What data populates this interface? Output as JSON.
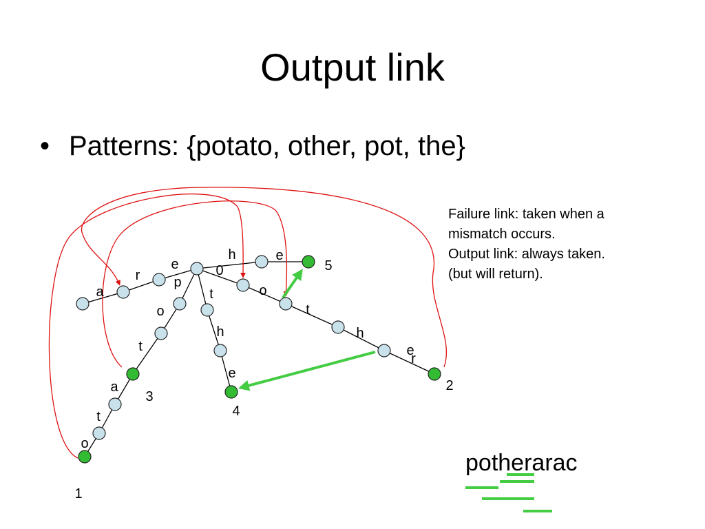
{
  "slide": {
    "title": "Output link",
    "bullet_symbol": "•",
    "bullet": "Patterns: {potato, other, pot, the}"
  },
  "notes": {
    "lines": [
      "Failure link: taken when a",
      "mismatch occurs.",
      "Output link: always taken.",
      "(but will return)."
    ]
  },
  "scan_text": "potherarac",
  "colors": {
    "node_fill": "#c8e1ea",
    "match_node_fill": "#33bb33",
    "failure_link": "#dd1111",
    "output_link": "#44cc44",
    "edge": "#000000"
  },
  "trie": {
    "nodes": [
      {
        "id": "root",
        "label": "0",
        "match": false
      },
      {
        "id": "p",
        "label": "",
        "match": false
      },
      {
        "id": "po",
        "label": "",
        "match": false
      },
      {
        "id": "pot",
        "label": "3",
        "match": true
      },
      {
        "id": "pota",
        "label": "",
        "match": false
      },
      {
        "id": "potat",
        "label": "",
        "match": false
      },
      {
        "id": "potato",
        "label": "1",
        "match": true
      },
      {
        "id": "o",
        "label": "",
        "match": false
      },
      {
        "id": "ot",
        "label": "",
        "match": false
      },
      {
        "id": "oth",
        "label": "",
        "match": false
      },
      {
        "id": "othe",
        "label": "",
        "match": false
      },
      {
        "id": "other",
        "label": "2",
        "match": true
      },
      {
        "id": "t",
        "label": "",
        "match": false
      },
      {
        "id": "th",
        "label": "",
        "match": false
      },
      {
        "id": "the",
        "label": "4",
        "match": true
      },
      {
        "id": "e",
        "label": "",
        "match": false
      },
      {
        "id": "er",
        "label": "",
        "match": false
      },
      {
        "id": "era",
        "label": "",
        "match": false
      },
      {
        "id": "h",
        "label": "",
        "match": false
      },
      {
        "id": "he",
        "label": "5",
        "match": true
      }
    ],
    "edges": [
      {
        "from": "root",
        "to": "p",
        "char": "p"
      },
      {
        "from": "p",
        "to": "po",
        "char": "o"
      },
      {
        "from": "po",
        "to": "pot",
        "char": "t"
      },
      {
        "from": "pot",
        "to": "pota",
        "char": "a"
      },
      {
        "from": "pota",
        "to": "potat",
        "char": "t"
      },
      {
        "from": "potat",
        "to": "potato",
        "char": "o"
      },
      {
        "from": "root",
        "to": "o",
        "char": "o"
      },
      {
        "from": "o",
        "to": "ot",
        "char": "t"
      },
      {
        "from": "ot",
        "to": "oth",
        "char": "h"
      },
      {
        "from": "oth",
        "to": "othe",
        "char": "e"
      },
      {
        "from": "othe",
        "to": "other",
        "char": "r"
      },
      {
        "from": "root",
        "to": "t",
        "char": "t"
      },
      {
        "from": "t",
        "to": "th",
        "char": "h"
      },
      {
        "from": "th",
        "to": "the",
        "char": "e"
      },
      {
        "from": "root",
        "to": "e",
        "char": "e"
      },
      {
        "from": "e",
        "to": "er",
        "char": "r"
      },
      {
        "from": "er",
        "to": "era",
        "char": "a"
      },
      {
        "from": "root",
        "to": "h",
        "char": "h"
      },
      {
        "from": "h",
        "to": "he",
        "char": "e"
      }
    ],
    "failure_links": [
      {
        "from": "potato",
        "to": "o"
      },
      {
        "from": "pot",
        "to": "ot"
      },
      {
        "from": "other",
        "to": "er"
      },
      {
        "from": "oth",
        "to": "th"
      }
    ],
    "output_links": [
      {
        "from": "oth",
        "to": "he"
      },
      {
        "from": "othe",
        "to": "the"
      }
    ]
  }
}
